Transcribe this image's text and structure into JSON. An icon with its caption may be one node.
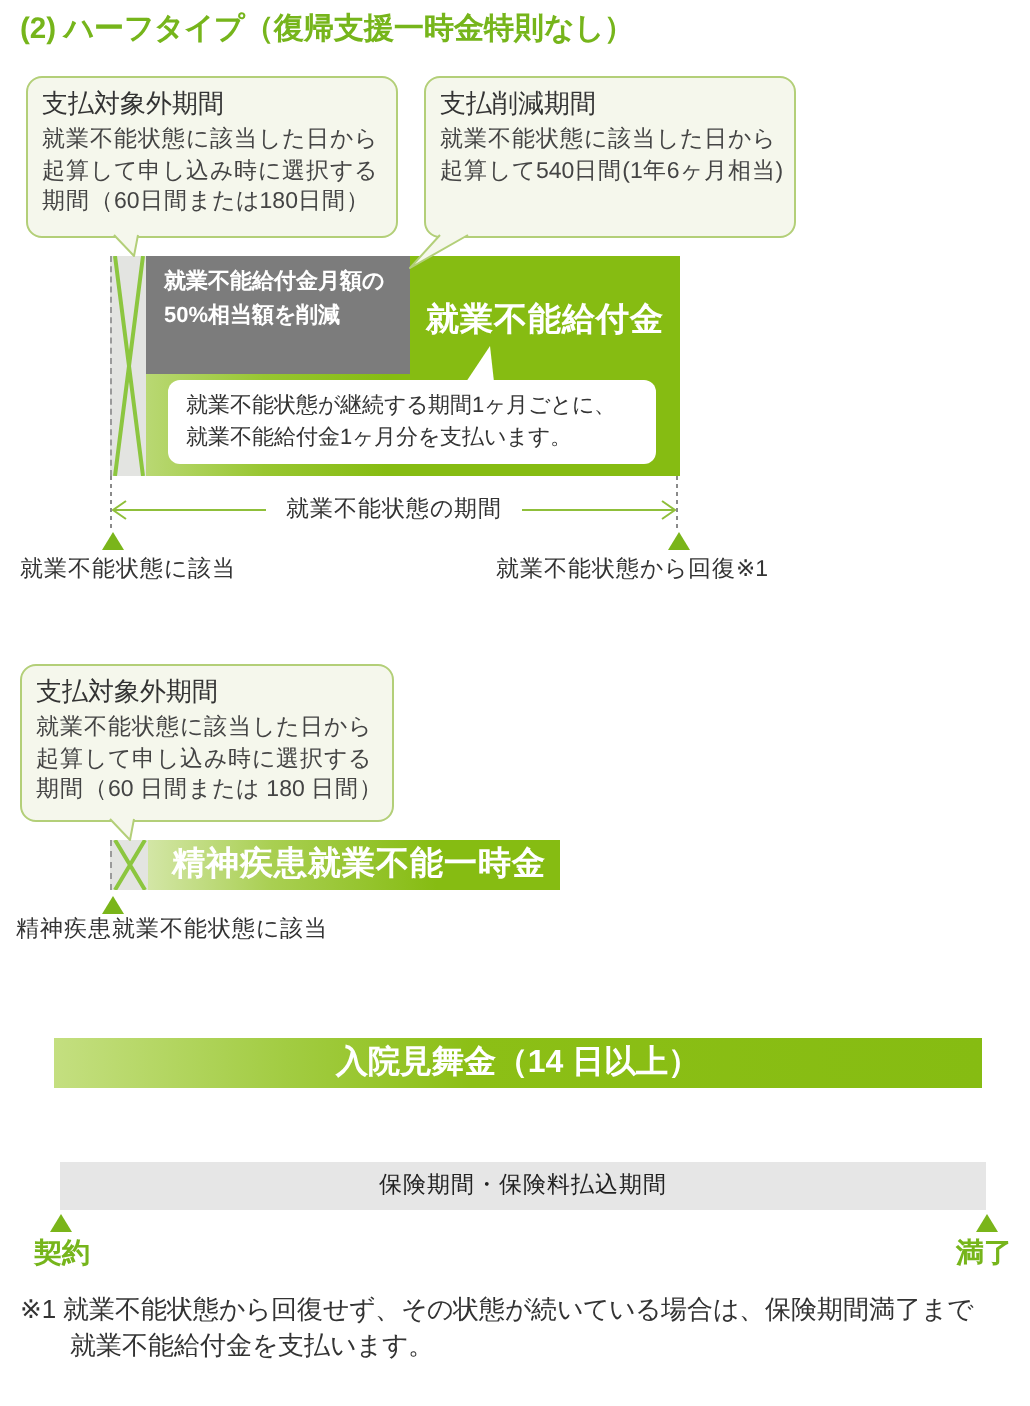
{
  "diagram": {
    "title": "(2) ハーフタイプ（復帰支援一時金特則なし）",
    "nodes": [
      {
        "text": [
          "支払対象外期間",
          "就業不能状態に該当した日から起算して申し込み時に選択する期間（60日間または180日間）"
        ]
      },
      {
        "text": [
          "支払削減期間",
          "就業不能状態に該当した日から起算して540日間(1年6ヶ月相当)"
        ]
      },
      {
        "text": [],
        "shape": "box"
      },
      {
        "text": [
          "就業不能給付金"
        ]
      },
      {
        "text": [
          "就業不能給付金月額の50%相当額を削減"
        ],
        "in": 3
      },
      {
        "text": [
          "就業不能状態が継続する期間1ヶ月ごとに、就業不能給付金1ヶ月分を支払います。"
        ],
        "in": 3
      },
      {
        "text": [
          "支払対象外期間",
          "就業不能状態に該当した日から起算して申し込み時に選択する期間（60 日間または 180 日間）"
        ]
      },
      {
        "text": [],
        "shape": "box"
      },
      {
        "text": [
          "精神疾患就業不能一時金"
        ]
      },
      {
        "text": [
          "入院見舞金（14 日以上）"
        ]
      },
      {
        "text": [
          "保険期間・保険料払込期間"
        ]
      }
    ],
    "edges": [
      {
        "from": 0,
        "to": 2,
        "arrow": "to"
      },
      {
        "from": 1,
        "to": 4,
        "arrow": "to"
      },
      {
        "from": 6,
        "to": 7,
        "arrow": "to"
      }
    ],
    "labels": [
      "就業不能状態の期間",
      "就業不能状態に該当",
      "就業不能状態から回復※1",
      "精神疾患就業不能状態に該当",
      "契約",
      "満了",
      "※1 就業不能状態から回復せず、その状態が続いている場合は、保険期間満了まで就業不能給付金を支払います。"
    ]
  }
}
